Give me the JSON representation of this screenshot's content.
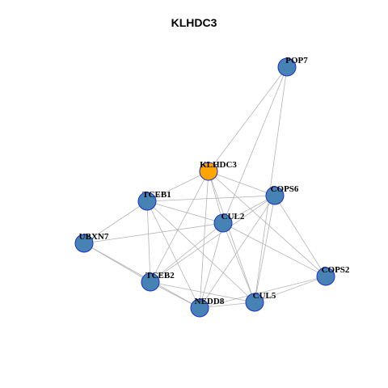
{
  "title": "KLHDC3",
  "colors": {
    "node_fill": "#4682b4",
    "center_fill": "#ffa500",
    "node_border": "#1c2ed0",
    "edge": "#b4b4b4"
  },
  "nodes": [
    {
      "id": "KLHDC3",
      "label": "KLHDC3",
      "center": true
    },
    {
      "id": "POP7",
      "label": "POP7"
    },
    {
      "id": "COPS6",
      "label": "COPS6"
    },
    {
      "id": "TCEB1",
      "label": "TCEB1"
    },
    {
      "id": "CUL2",
      "label": "CUL2"
    },
    {
      "id": "UBXN7",
      "label": "UBXN7"
    },
    {
      "id": "TCEB2",
      "label": "TCEB2"
    },
    {
      "id": "COPS2",
      "label": "COPS2"
    },
    {
      "id": "NEDD8",
      "label": "NEDD8"
    },
    {
      "id": "CUL5",
      "label": "CUL5"
    }
  ],
  "edges": [
    [
      "KLHDC3",
      "POP7"
    ],
    [
      "KLHDC3",
      "COPS6"
    ],
    [
      "KLHDC3",
      "TCEB1"
    ],
    [
      "KLHDC3",
      "CUL2"
    ],
    [
      "KLHDC3",
      "TCEB2"
    ],
    [
      "KLHDC3",
      "NEDD8"
    ],
    [
      "KLHDC3",
      "CUL5"
    ],
    [
      "KLHDC3",
      "COPS2"
    ],
    [
      "POP7",
      "CUL2"
    ],
    [
      "POP7",
      "CUL5"
    ],
    [
      "TCEB1",
      "COPS6"
    ],
    [
      "TCEB1",
      "CUL2"
    ],
    [
      "TCEB1",
      "UBXN7"
    ],
    [
      "TCEB1",
      "TCEB2"
    ],
    [
      "TCEB1",
      "NEDD8"
    ],
    [
      "TCEB1",
      "CUL5"
    ],
    [
      "CUL2",
      "COPS6"
    ],
    [
      "CUL2",
      "UBXN7"
    ],
    [
      "CUL2",
      "TCEB2"
    ],
    [
      "CUL2",
      "NEDD8"
    ],
    [
      "CUL2",
      "CUL5"
    ],
    [
      "CUL2",
      "COPS2"
    ],
    [
      "COPS6",
      "TCEB2"
    ],
    [
      "COPS6",
      "NEDD8"
    ],
    [
      "COPS6",
      "CUL5"
    ],
    [
      "COPS6",
      "COPS2"
    ],
    [
      "UBXN7",
      "TCEB2"
    ],
    [
      "UBXN7",
      "NEDD8"
    ],
    [
      "TCEB2",
      "NEDD8"
    ],
    [
      "TCEB2",
      "CUL5"
    ],
    [
      "NEDD8",
      "CUL5"
    ],
    [
      "NEDD8",
      "COPS2"
    ],
    [
      "CUL5",
      "COPS2"
    ]
  ]
}
